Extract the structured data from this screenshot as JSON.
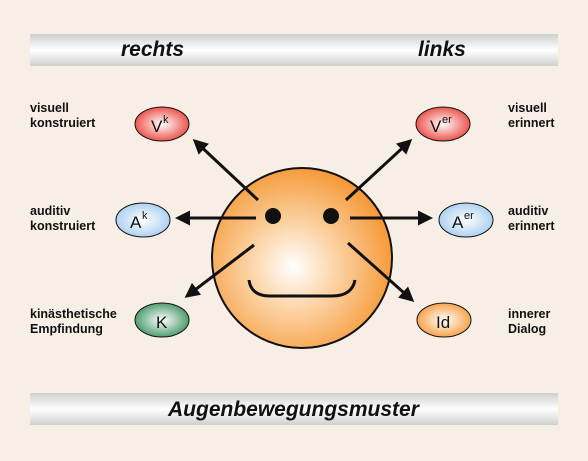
{
  "header": {
    "left": "rechts",
    "right": "links"
  },
  "footer": {
    "title": "Augenbewegungsmuster"
  },
  "left_labels": [
    {
      "line1": "visuell",
      "line2": "konstruiert"
    },
    {
      "line1": "auditiv",
      "line2": "konstruiert"
    },
    {
      "line1": "kinästhetische",
      "line2": "Empfindung"
    }
  ],
  "right_labels": [
    {
      "line1": "visuell",
      "line2": "erinnert"
    },
    {
      "line1": "auditiv",
      "line2": "erinnert"
    },
    {
      "line1": "innerer",
      "line2": "Dialog"
    }
  ],
  "nodes": {
    "vk": {
      "base": "V",
      "sup": "k",
      "color": "#e8342b"
    },
    "ver": {
      "base": "V",
      "sup": "er",
      "color": "#e8342b"
    },
    "ak": {
      "base": "A",
      "sup": "k",
      "color": "#9ec8ee"
    },
    "aer": {
      "base": "A",
      "sup": "er",
      "color": "#9ec8ee"
    },
    "k": {
      "base": "K",
      "sup": "",
      "color": "#2e8a55"
    },
    "id": {
      "base": "Id",
      "sup": "",
      "color": "#f5922a"
    }
  },
  "face": {
    "color": "#f5922a"
  }
}
